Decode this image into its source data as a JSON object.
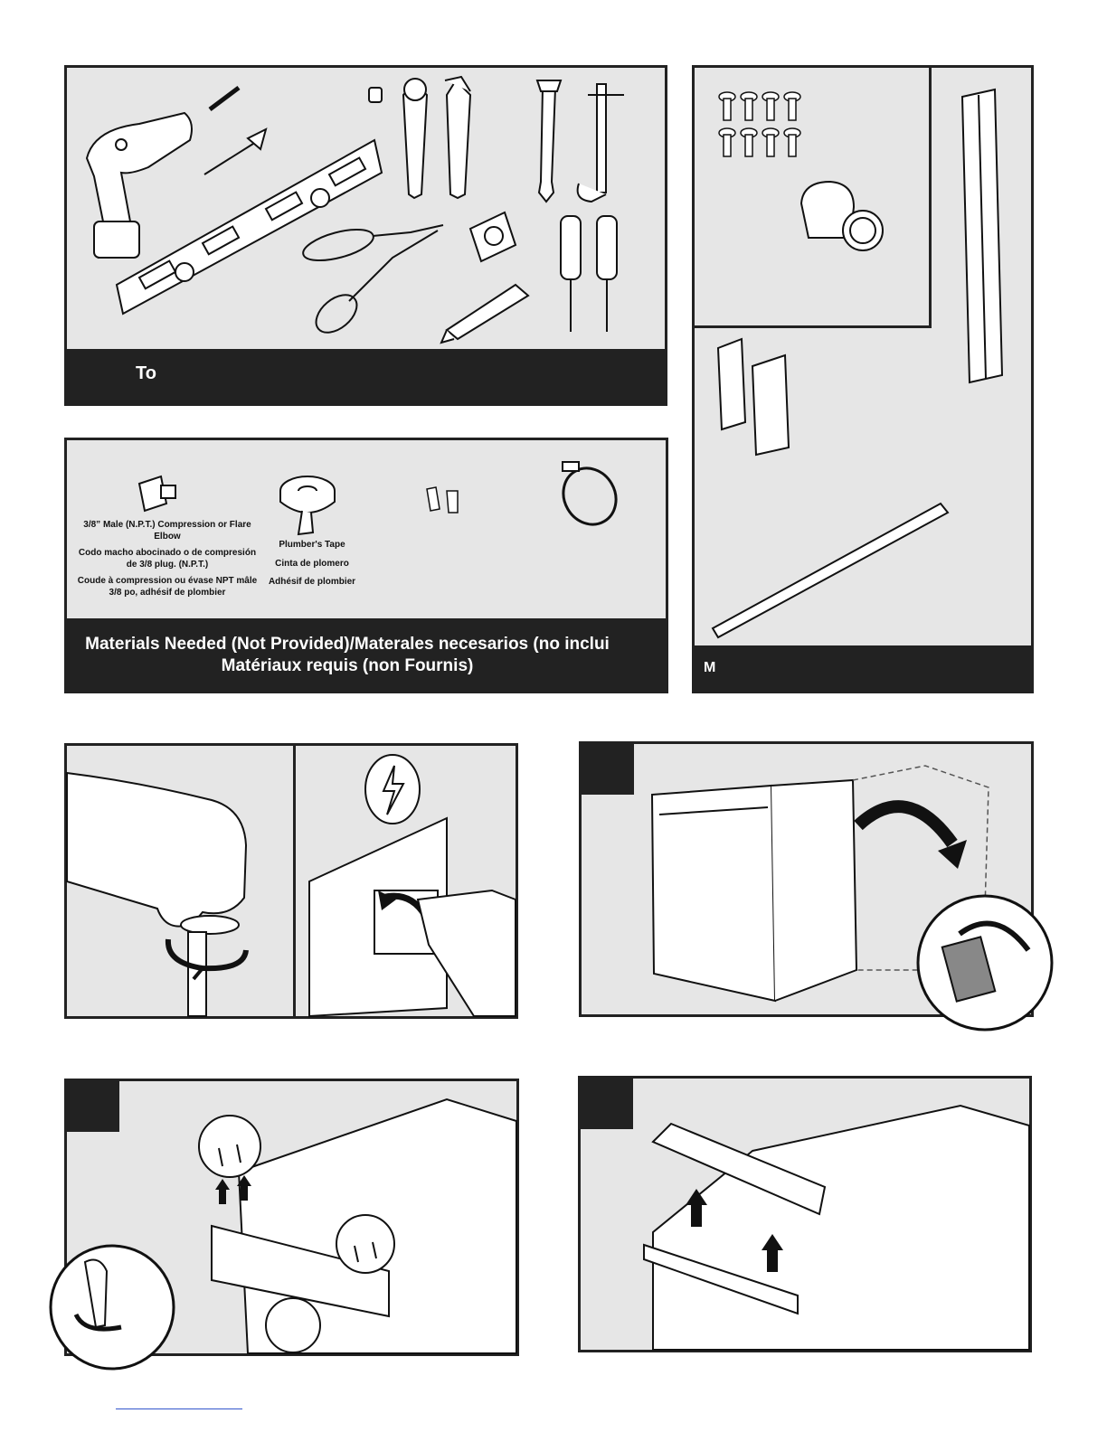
{
  "tools_panel": {
    "title": "To"
  },
  "parts_panel": {
    "title": "M"
  },
  "materials_panel": {
    "title_line1": "Materials Needed (Not Provided)/Materales necesarios (no inclui",
    "title_line2": "Matériaux requis (non Fournis)",
    "elbow": {
      "en": "3/8” Male (N.P.T.) Compression or Flare Elbow",
      "es": "Codo macho abocinado o de compresión de 3/8 plug. (N.P.T.)",
      "fr": "Coude à compression ou évase NPT mâle 3/8 po, adhésif de plombier"
    },
    "tape": {
      "en": "Plumber's Tape",
      "es": "Cinta de plomero",
      "fr": "Adhésif de plombier"
    }
  }
}
